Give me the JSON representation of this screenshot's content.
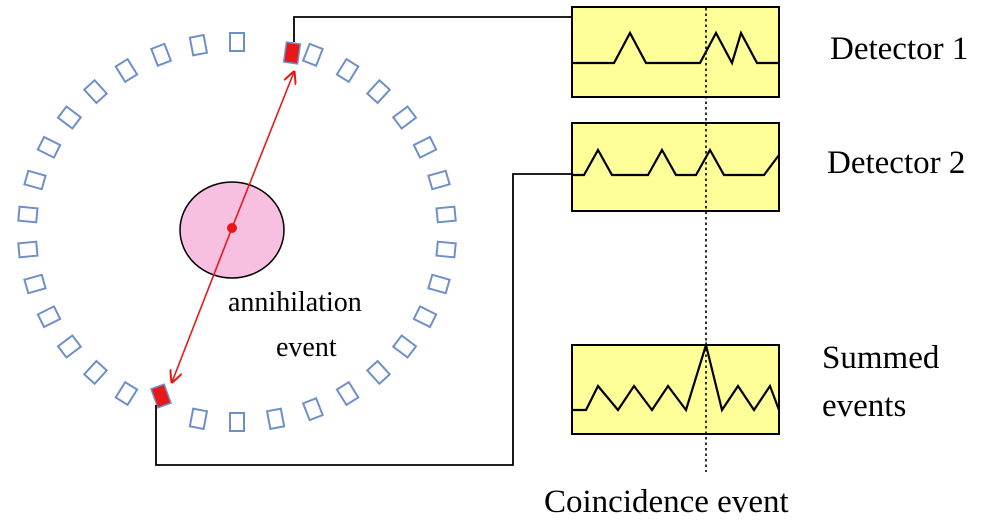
{
  "labels": {
    "annihilation_line1": "annihilation",
    "annihilation_line2": "event",
    "detector1": "Detector 1",
    "detector2": "Detector 2",
    "summed_line1": "Summed",
    "summed_line2": "events",
    "coincidence": "Coincidence event"
  },
  "colors": {
    "detector_outline": "#6f8fc8",
    "hit_detector": "#e81818",
    "source_fill": "#f7bfe0",
    "line_of_response": "#e81818",
    "panel_fill": "#ffff99",
    "wire": "#000000"
  },
  "detector_ring": {
    "detector_count": 34
  }
}
